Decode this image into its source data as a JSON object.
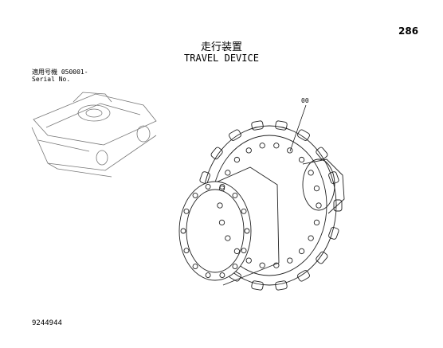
{
  "page_number": "286",
  "title_ja": "走行装置",
  "title_en": "TRAVEL DEVICE",
  "applicable_model_label": "適用号機",
  "serial_value": "050001-",
  "serial_label": "Serial No.",
  "callout_label": "00",
  "drawing_number": "9244944"
}
